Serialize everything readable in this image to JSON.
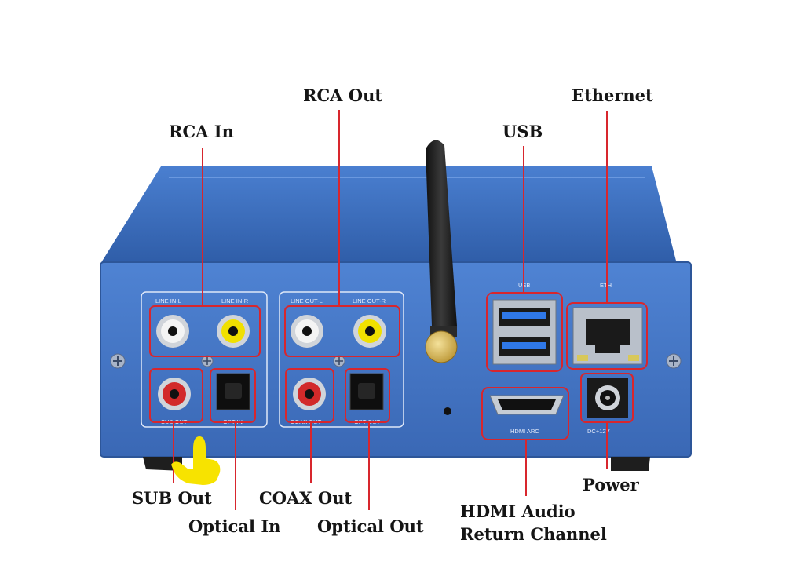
{
  "callouts": {
    "rca_in": "RCA In",
    "rca_out": "RCA Out",
    "usb": "USB",
    "ethernet": "Ethernet",
    "sub_out": "SUB Out",
    "optical_in": "Optical In",
    "coax_out": "COAX Out",
    "optical_out": "Optical Out",
    "hdmi_line1": "HDMI Audio",
    "hdmi_line2": "Return Channel",
    "power": "Power"
  },
  "panel_labels": {
    "line_in_l": "LINE IN-L",
    "line_in_r": "LINE IN-R",
    "line_out_l": "LINE OUT-L",
    "line_out_r": "LINE OUT-R",
    "usb": "USB",
    "eth": "ETH",
    "sub_out": "SUB OUT",
    "opt_in": "OPT IN",
    "coax_out": "COAX OUT",
    "opt_out": "OPT OUT",
    "hdmi_arc": "HDMI ARC",
    "dc": "DC+12V"
  },
  "colors": {
    "chassis": "#3f6fbf",
    "callout_line": "#d8262d",
    "highlight_box": "#d8262d",
    "pointer_hand": "#f7e300"
  },
  "icons": [
    "pointer-hand-icon",
    "screw-icon",
    "antenna-icon"
  ]
}
